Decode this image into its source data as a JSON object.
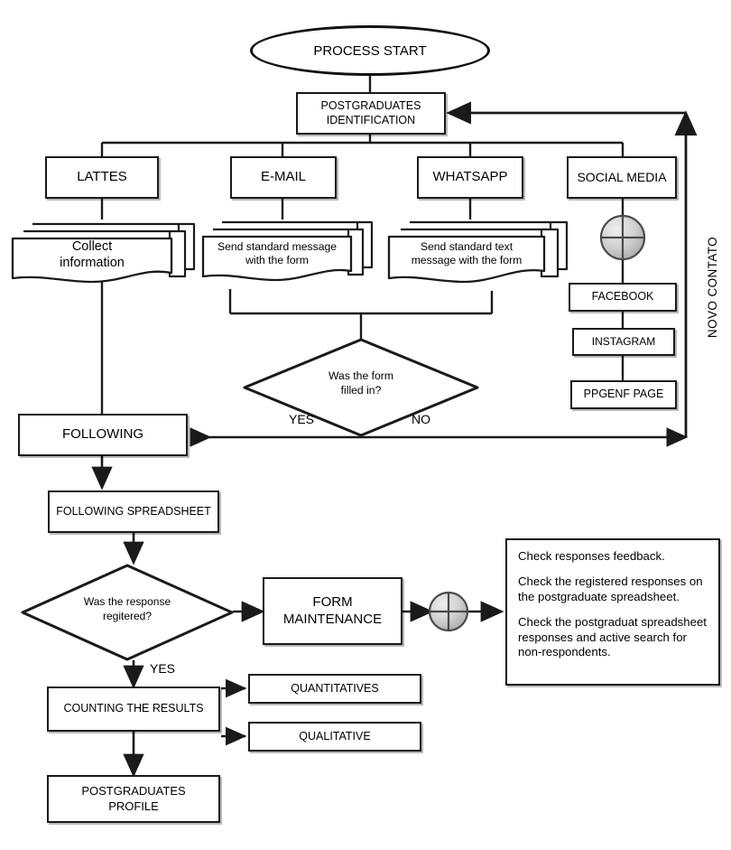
{
  "diagram": {
    "title": "Postgraduates identification and follow-up process flowchart",
    "type": "flowchart",
    "colors": {
      "stroke": "#1a1a1a",
      "fill": "#ffffff",
      "junction_fill": "#c9c9c9"
    }
  },
  "nodes": {
    "process_start": "PROCESS START",
    "postgraduates_identification": "POSTGRADUATES\nIDENTIFICATION",
    "postgraduates_identification_line1": "POSTGRADUATES",
    "postgraduates_identification_line2": "IDENTIFICATION",
    "lattes": "LATTES",
    "email": "E-MAIL",
    "whatsapp": "WHATSAPP",
    "social_media": "SOCIAL MEDIA",
    "collect_information_line1": "Collect",
    "collect_information_line2": "information",
    "email_doc_line1": "Send standard message",
    "email_doc_line2": "with the form",
    "whatsapp_doc_line1": "Send standard text",
    "whatsapp_doc_line2": "message with the form",
    "facebook": "FACEBOOK",
    "instagram": "INSTAGRAM",
    "ppgenf_page": "PPGENF PAGE",
    "decision_form_line1": "Was the form",
    "decision_form_line2": "filled in?",
    "following": "FOLLOWING",
    "following_spreadsheet": "FOLLOWING SPREADSHEET",
    "decision_response_line1": "Was the response",
    "decision_response_line2": "regitered?",
    "form_maintenance_line1": "FORM",
    "form_maintenance_line2": "MAINTENANCE",
    "counting_the_results": "COUNTING THE RESULTS",
    "quantitatives": "QUANTITATIVES",
    "qualitative": "QUALITATIVE",
    "postgraduates_profile_line1": "POSTGRADUATES",
    "postgraduates_profile_line2": "PROFILE"
  },
  "edge_labels": {
    "yes_form": "YES",
    "no_form": "NO",
    "yes_response": "YES",
    "novo_contato": "NOVO CONTATO"
  },
  "notes": {
    "check_box": [
      "Check responses feedback.",
      "Check the registered responses on the postgraduate spreadsheet.",
      "Check the postgraduat spreadsheet responses and active search for non-respondents."
    ]
  },
  "icons": {
    "junction_top": "circle-cross-junction-icon",
    "junction_bottom": "circle-cross-junction-icon"
  }
}
